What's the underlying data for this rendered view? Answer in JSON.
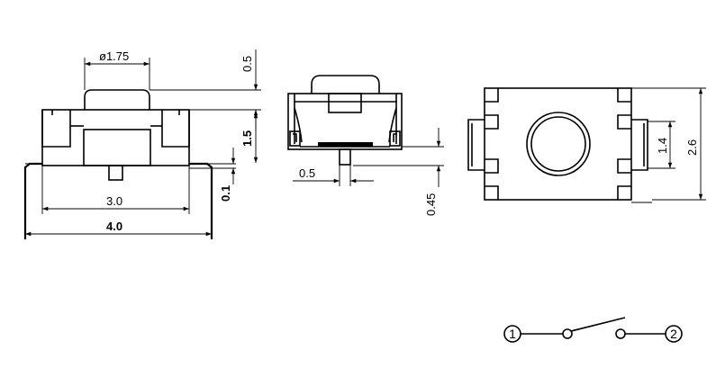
{
  "side_view": {
    "dim_diameter": "ø1.75",
    "dim_cap_height": "0.5",
    "dim_body_height": "1.5",
    "dim_offset": "0.1",
    "dim_body_width": "3.0",
    "dim_total_width": "4.0"
  },
  "front_view": {
    "dim_pin_width": "0.5",
    "dim_pin_height": "0.45"
  },
  "top_view": {
    "dim_terminal_width": "1.4",
    "dim_total_height": "2.6"
  },
  "schematic": {
    "terminal_1": "1",
    "terminal_2": "2"
  }
}
